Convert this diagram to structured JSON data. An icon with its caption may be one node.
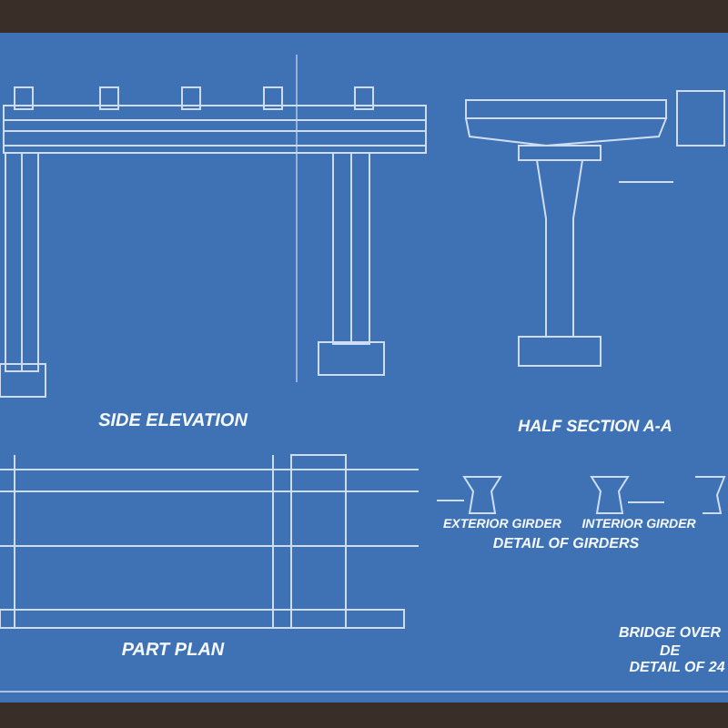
{
  "diagram": {
    "labels": [
      "SIDE ELEVATION",
      "PART PLAN",
      "HALF SECTION A-A",
      "EXTERIOR GIRDER",
      "INTERIOR GIRDER",
      "DETAIL OF GIRDERS",
      "BRIDGE OVER DE",
      "DETAIL OF 24"
    ]
  }
}
